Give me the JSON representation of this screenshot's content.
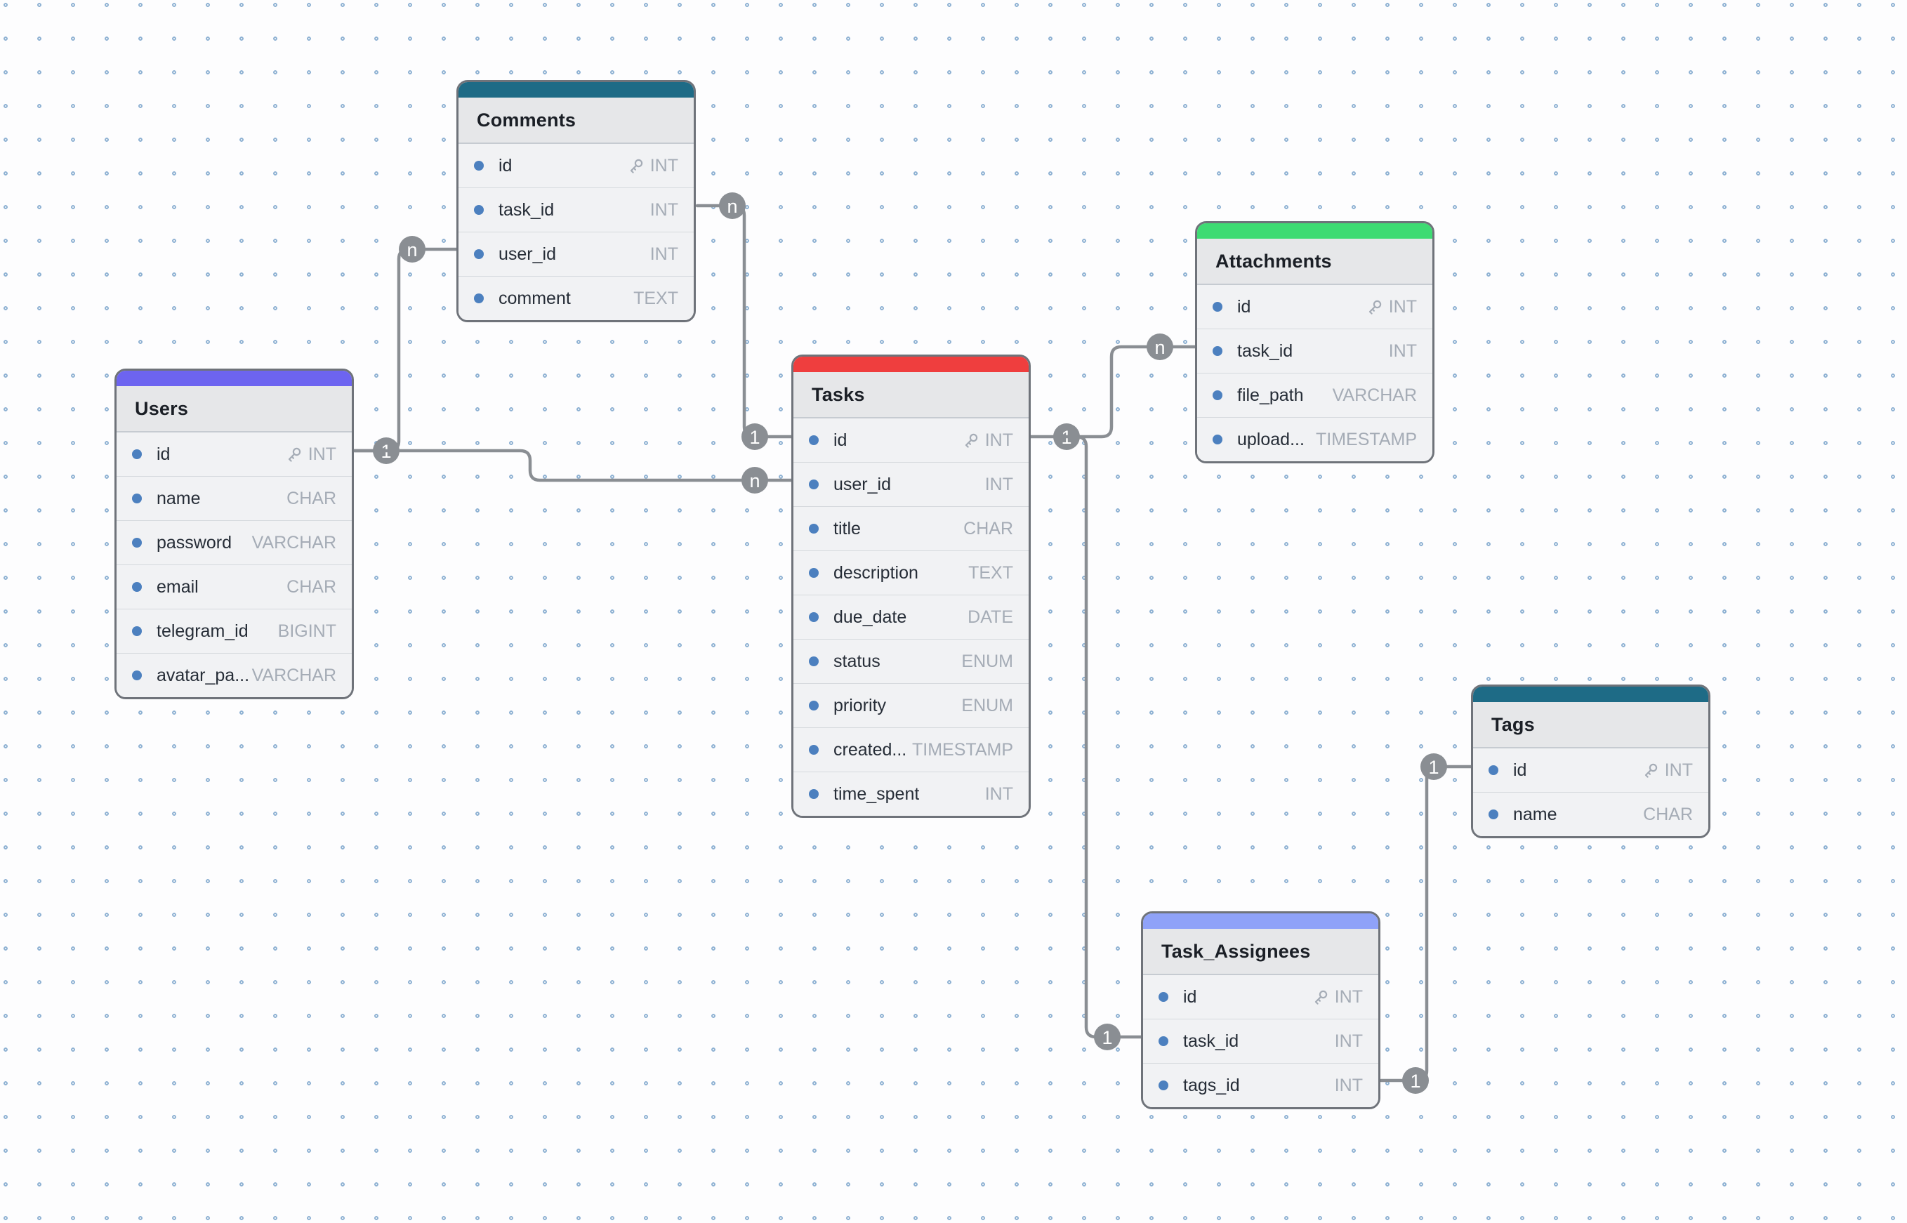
{
  "diagram": {
    "colors": {
      "canvas_dot": "#8FB2D3",
      "table_border": "#6F737A",
      "table_body": "#F1F2F4",
      "title_band": "#E6E7E9",
      "field_dot": "#4C80BF",
      "type_text": "#A5ACB6",
      "edge_line": "#8A8E93",
      "badge_fill": "#8A8E93"
    },
    "tables": [
      {
        "name": "Comments",
        "accent_color": "#1E6B86",
        "fields": [
          {
            "name": "id",
            "type": "INT",
            "pk": true
          },
          {
            "name": "task_id",
            "type": "INT",
            "pk": false
          },
          {
            "name": "user_id",
            "type": "INT",
            "pk": false
          },
          {
            "name": "comment",
            "type": "TEXT",
            "pk": false
          }
        ]
      },
      {
        "name": "Users",
        "accent_color": "#6D64F0",
        "fields": [
          {
            "name": "id",
            "type": "INT",
            "pk": true
          },
          {
            "name": "name",
            "type": "CHAR",
            "pk": false
          },
          {
            "name": "password",
            "type": "VARCHAR",
            "pk": false
          },
          {
            "name": "email",
            "type": "CHAR",
            "pk": false
          },
          {
            "name": "telegram_id",
            "type": "BIGINT",
            "pk": false
          },
          {
            "name": "avatar_pa...",
            "type": "VARCHAR",
            "pk": false
          }
        ]
      },
      {
        "name": "Tasks",
        "accent_color": "#EF3E3E",
        "fields": [
          {
            "name": "id",
            "type": "INT",
            "pk": true
          },
          {
            "name": "user_id",
            "type": "INT",
            "pk": false
          },
          {
            "name": "title",
            "type": "CHAR",
            "pk": false
          },
          {
            "name": "description",
            "type": "TEXT",
            "pk": false
          },
          {
            "name": "due_date",
            "type": "DATE",
            "pk": false
          },
          {
            "name": "status",
            "type": "ENUM",
            "pk": false
          },
          {
            "name": "priority",
            "type": "ENUM",
            "pk": false
          },
          {
            "name": "created...",
            "type": "TIMESTAMP",
            "pk": false
          },
          {
            "name": "time_spent",
            "type": "INT",
            "pk": false
          }
        ]
      },
      {
        "name": "Attachments",
        "accent_color": "#3EDB73",
        "fields": [
          {
            "name": "id",
            "type": "INT",
            "pk": true
          },
          {
            "name": "task_id",
            "type": "INT",
            "pk": false
          },
          {
            "name": "file_path",
            "type": "VARCHAR",
            "pk": false
          },
          {
            "name": "upload...",
            "type": "TIMESTAMP",
            "pk": false
          }
        ]
      },
      {
        "name": "Tags",
        "accent_color": "#1E6B86",
        "fields": [
          {
            "name": "id",
            "type": "INT",
            "pk": true
          },
          {
            "name": "name",
            "type": "CHAR",
            "pk": false
          }
        ]
      },
      {
        "name": "Task_Assignees",
        "accent_color": "#8FA2F8",
        "fields": [
          {
            "name": "id",
            "type": "INT",
            "pk": true
          },
          {
            "name": "task_id",
            "type": "INT",
            "pk": false
          },
          {
            "name": "tags_id",
            "type": "INT",
            "pk": false
          }
        ]
      }
    ],
    "relationships": [
      {
        "from_table": "Users",
        "from_field": "id",
        "from_cardinality": "1",
        "to_table": "Comments",
        "to_field": "user_id",
        "to_cardinality": "n"
      },
      {
        "from_table": "Users",
        "from_field": "id",
        "from_cardinality": "1",
        "to_table": "Tasks",
        "to_field": "user_id",
        "to_cardinality": "n"
      },
      {
        "from_table": "Tasks",
        "from_field": "id",
        "from_cardinality": "1",
        "to_table": "Comments",
        "to_field": "task_id",
        "to_cardinality": "n"
      },
      {
        "from_table": "Tasks",
        "from_field": "id",
        "from_cardinality": "1",
        "to_table": "Attachments",
        "to_field": "task_id",
        "to_cardinality": "n"
      },
      {
        "from_table": "Tasks",
        "from_field": "id",
        "from_cardinality": "1",
        "to_table": "Task_Assignees",
        "to_field": "task_id",
        "to_cardinality": "1"
      },
      {
        "from_table": "Tags",
        "from_field": "id",
        "from_cardinality": "1",
        "to_table": "Task_Assignees",
        "to_field": "tags_id",
        "to_cardinality": "1"
      }
    ]
  }
}
